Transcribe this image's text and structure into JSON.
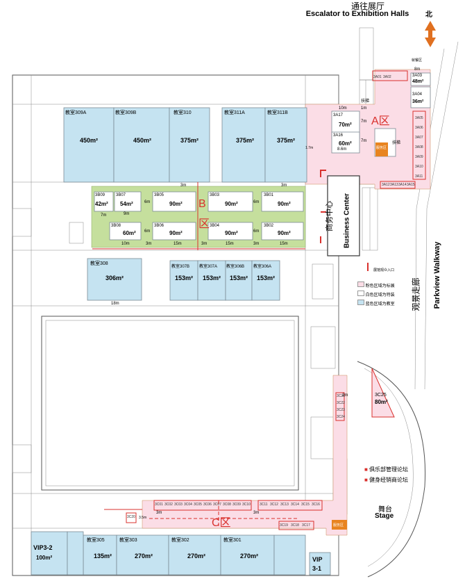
{
  "header": {
    "escalator_cn": "通往展厅",
    "escalator_en": "Escalator to Exhibition Halls",
    "north": "北"
  },
  "zones": {
    "a": "A区",
    "b1": "B",
    "b2": "区",
    "c": "C区"
  },
  "business_center": {
    "cn": "商务中心",
    "en": "Business Center"
  },
  "walkway": {
    "cn": "观景走廊",
    "en": "Parkview Walkway"
  },
  "stage": {
    "cn": "舞台",
    "en": "Stage"
  },
  "forums": [
    {
      "label": "俱乐部管理论坛"
    },
    {
      "label": "健身经销商论坛"
    }
  ],
  "legend": [
    {
      "label": "粉色区域为标展",
      "color": "#fbdde6"
    },
    {
      "label": "白色区域为特装",
      "color": "#ffffff"
    },
    {
      "label": "蓝色区域为教室",
      "color": "#c5e3f1"
    }
  ],
  "misc": {
    "entrance": "展馆观众入口",
    "service": "服务区",
    "service2": "服务区",
    "lift": "扶梯",
    "lift2": "扶梯",
    "serve_room": "就餐区"
  },
  "classrooms": [
    {
      "name": "教室309A",
      "area": "450m²"
    },
    {
      "name": "教室309B",
      "area": "450m²"
    },
    {
      "name": "教室310",
      "area": "375m²"
    },
    {
      "name": "教室311A",
      "area": "375m²"
    },
    {
      "name": "教室311B",
      "area": "375m²"
    },
    {
      "name": "教室308",
      "area": "306m²"
    },
    {
      "name": "教室307B",
      "area": "153m²"
    },
    {
      "name": "教室307A",
      "area": "153m²"
    },
    {
      "name": "教室306B",
      "area": "153m²"
    },
    {
      "name": "教室306A",
      "area": "153m²"
    },
    {
      "name": "教室305",
      "area": "135m²"
    },
    {
      "name": "教室303",
      "area": "270m²"
    },
    {
      "name": "教室302",
      "area": "270m²"
    },
    {
      "name": "教室301",
      "area": "270m²"
    },
    {
      "name": "VIP3-2",
      "area": "100m²"
    },
    {
      "name": "VIP",
      "area": "3-1"
    }
  ],
  "b_booths": [
    {
      "id": "3B09",
      "area": "42m²"
    },
    {
      "id": "3B07",
      "area": "54m²"
    },
    {
      "id": "3B05",
      "area": "90m²"
    },
    {
      "id": "3B03",
      "area": "90m²"
    },
    {
      "id": "3B01",
      "area": "90m²"
    },
    {
      "id": "3B08",
      "area": "60m²"
    },
    {
      "id": "3B06",
      "area": "90m²"
    },
    {
      "id": "3B04",
      "area": "90m²"
    },
    {
      "id": "3B02",
      "area": "90m²"
    }
  ],
  "a_booths": [
    {
      "id": "3A17",
      "area": "70m²"
    },
    {
      "id": "3A16",
      "area": "60m²"
    },
    {
      "id": "3A03",
      "area": "48m²"
    },
    {
      "id": "3A04",
      "area": "36m²"
    }
  ],
  "c_big": {
    "id": "3C25",
    "area": "80m²"
  },
  "a_small": [
    "3A01",
    "3A02",
    "3A05",
    "3A06",
    "3A07",
    "3A08",
    "3A09",
    "3A10",
    "3A11",
    "3A12",
    "3A13",
    "3A14",
    "3A15"
  ],
  "c_row": [
    "3C01",
    "3C02",
    "3C03",
    "3C04",
    "3C05",
    "3C06",
    "3C07",
    "3C08",
    "3C09",
    "3C10",
    "3C11",
    "3C12",
    "3C13",
    "3C14",
    "3C15",
    "3C16"
  ],
  "c_bottom": [
    "3C20",
    "3C19",
    "3C18",
    "3C17"
  ],
  "c_side": [
    "3C21",
    "3C22",
    "3C23",
    "3C24"
  ],
  "dims": {
    "m10": "10m",
    "m7": "7m",
    "m1": "1m",
    "m86": "8.6m",
    "m8": "8m",
    "m3": "3m",
    "m9": "9m",
    "m6": "6m",
    "m15": "15m",
    "m18": "18m",
    "m17": "1.7m",
    "m1b": "1m",
    "m35": "3.5m",
    "m2": "2m"
  }
}
